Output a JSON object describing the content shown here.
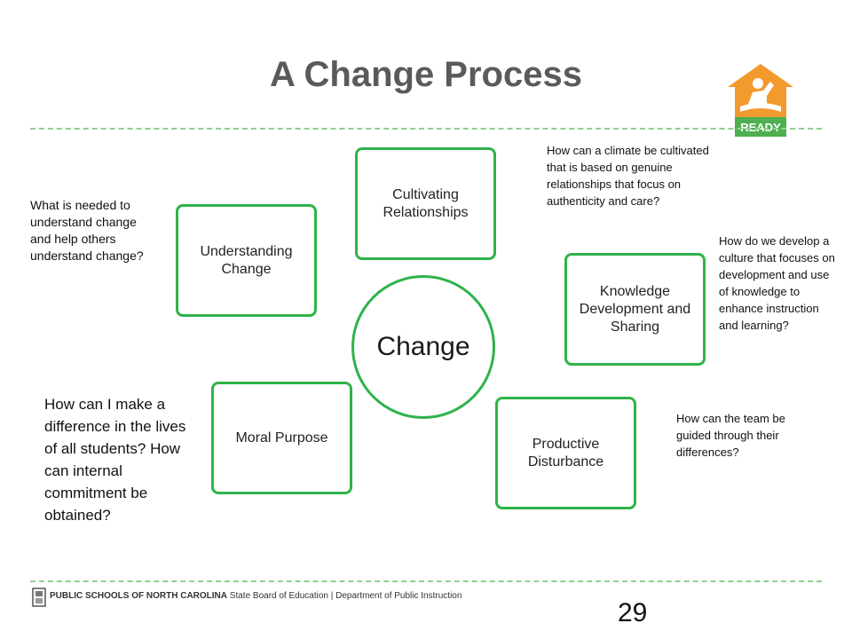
{
  "slide": {
    "title": "A Change Process",
    "logo_label": "READY",
    "center_label": "Change",
    "page_number": "29"
  },
  "boxes": {
    "cultivating": "Cultivating Relationships",
    "understanding": "Understanding Change",
    "knowledge": "Knowledge Development and Sharing",
    "moral": "Moral Purpose",
    "productive": "Productive Disturbance"
  },
  "notes": {
    "climate": "How can a climate be cultivated that is based on genuine relationships that focus on authenticity and care?",
    "understand": "What is needed to understand change and help others understand change?",
    "culture": "How do we develop a culture that focuses on development and use of knowledge to enhance instruction and learning?",
    "difference": "How can I make a difference in the lives of all students? How can internal commitment be obtained?",
    "team": "How can the team be guided through their differences?"
  },
  "footer": {
    "org": "PUBLIC SCHOOLS OF NORTH CAROLINA",
    "rest": " State Board of Education | Department of Public Instruction"
  },
  "colors": {
    "accent_green": "#2fb34a",
    "dash_green": "#8fce8f",
    "logo_orange": "#f39a2e",
    "logo_green": "#4caf50"
  }
}
